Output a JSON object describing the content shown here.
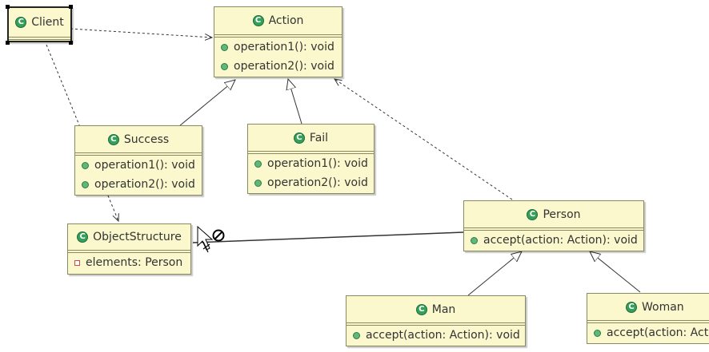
{
  "classes": {
    "client": {
      "name": "Client",
      "icon": "class-icon",
      "members": []
    },
    "action": {
      "name": "Action",
      "icon": "class-icon",
      "members": [
        {
          "kind": "public-method",
          "text": "operation1(): void"
        },
        {
          "kind": "public-method",
          "text": "operation2(): void"
        }
      ]
    },
    "success": {
      "name": "Success",
      "icon": "class-icon",
      "members": [
        {
          "kind": "public-method",
          "text": "operation1(): void"
        },
        {
          "kind": "public-method",
          "text": "operation2(): void"
        }
      ]
    },
    "fail": {
      "name": "Fail",
      "icon": "class-icon",
      "members": [
        {
          "kind": "public-method",
          "text": "operation1(): void"
        },
        {
          "kind": "public-method",
          "text": "operation2(): void"
        }
      ]
    },
    "objectstructure": {
      "name": "ObjectStructure",
      "icon": "class-icon",
      "members": [
        {
          "kind": "private-field",
          "text": "elements: Person"
        }
      ]
    },
    "person": {
      "name": "Person",
      "icon": "class-icon",
      "members": [
        {
          "kind": "public-method",
          "text": "accept(action: Action): void"
        }
      ]
    },
    "man": {
      "name": "Man",
      "icon": "class-icon",
      "members": [
        {
          "kind": "public-method",
          "text": "accept(action: Action): void"
        }
      ]
    },
    "woman": {
      "name": "Woman",
      "icon": "class-icon",
      "members": [
        {
          "kind": "public-method",
          "text": "accept(action: Act"
        }
      ]
    }
  },
  "class_icon_letter": "C",
  "relations": [
    {
      "from": "Client",
      "to": "Action",
      "type": "dependency"
    },
    {
      "from": "Client",
      "to": "ObjectStructure",
      "type": "dependency"
    },
    {
      "from": "Success",
      "to": "Action",
      "type": "generalization"
    },
    {
      "from": "Fail",
      "to": "Action",
      "type": "generalization"
    },
    {
      "from": "Person",
      "to": "Action",
      "type": "dependency"
    },
    {
      "from": "Person",
      "to": "ObjectStructure",
      "type": "association"
    },
    {
      "from": "Man",
      "to": "Person",
      "type": "generalization"
    },
    {
      "from": "Woman",
      "to": "Person",
      "type": "generalization"
    }
  ],
  "cursor": {
    "icon": "move-cursor-icon",
    "badge": "no-entry-icon"
  },
  "colors": {
    "class_fill": "#fbf8cd",
    "class_border": "#8a8a62",
    "icon_green": "#34a05a",
    "line": "#333333"
  }
}
